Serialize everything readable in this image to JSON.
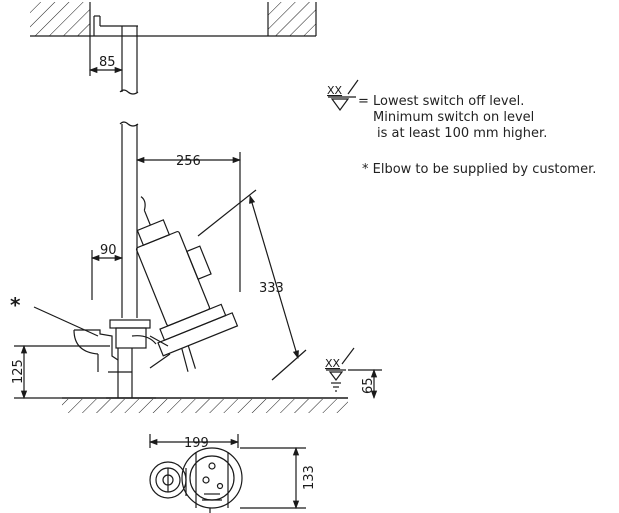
{
  "dimensions": {
    "d85": "85",
    "d256": "256",
    "d90": "90",
    "d333": "333",
    "d125": "125",
    "d65": "65",
    "d199": "199",
    "d133": "133"
  },
  "level_symbol": "XX",
  "asterisk": "*",
  "legend": {
    "line1": "= Lowest switch off level.",
    "line2": "Minimum switch on level",
    "line3": "is at least 100 mm higher.",
    "elbow_note": "* Elbow to be supplied by customer."
  },
  "colors": {
    "line": "#1a1a1a"
  }
}
